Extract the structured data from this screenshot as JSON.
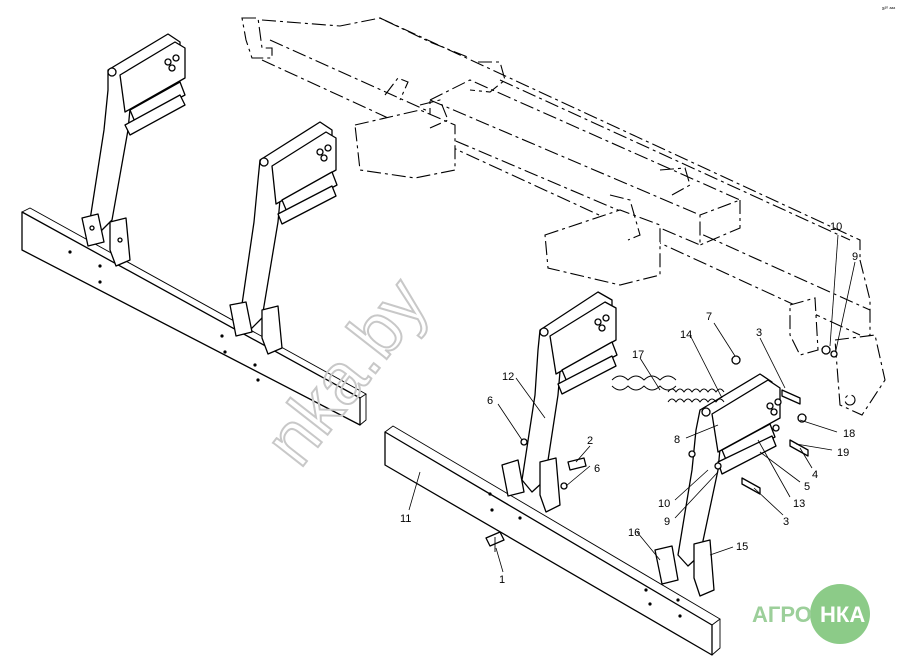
{
  "diagram": {
    "corner_code": "s²⁰ ᵃᵃᵃ",
    "watermark": "nka.by",
    "logo": {
      "left": "АГРО",
      "right": "НКА",
      "color": "#8ccb88"
    },
    "callouts": [
      {
        "id": "c1",
        "text": "1"
      },
      {
        "id": "c2",
        "text": "2"
      },
      {
        "id": "c3a",
        "text": "3"
      },
      {
        "id": "c3b",
        "text": "3"
      },
      {
        "id": "c4",
        "text": "4"
      },
      {
        "id": "c5",
        "text": "5"
      },
      {
        "id": "c6a",
        "text": "6"
      },
      {
        "id": "c6b",
        "text": "6"
      },
      {
        "id": "c7",
        "text": "7"
      },
      {
        "id": "c8",
        "text": "8"
      },
      {
        "id": "c9a",
        "text": "9"
      },
      {
        "id": "c9b",
        "text": "9"
      },
      {
        "id": "c10a",
        "text": "10"
      },
      {
        "id": "c10b",
        "text": "10"
      },
      {
        "id": "c11",
        "text": "11"
      },
      {
        "id": "c12",
        "text": "12"
      },
      {
        "id": "c13",
        "text": "13"
      },
      {
        "id": "c14",
        "text": "14"
      },
      {
        "id": "c15",
        "text": "15"
      },
      {
        "id": "c16",
        "text": "16"
      },
      {
        "id": "c17",
        "text": "17"
      },
      {
        "id": "c18",
        "text": "18"
      },
      {
        "id": "c19",
        "text": "19"
      }
    ]
  }
}
